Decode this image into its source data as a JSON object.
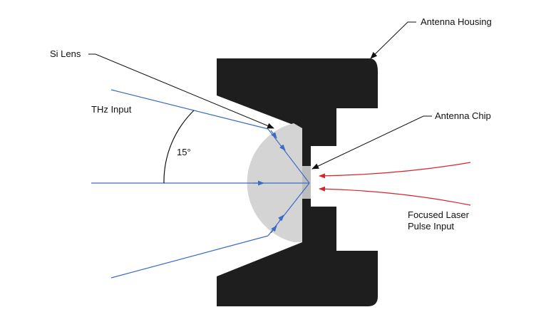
{
  "labels": {
    "antenna_housing": "Antenna Housing",
    "si_lens": "Si Lens",
    "thz_input": "THz Input",
    "antenna_chip": "Antenna Chip",
    "angle": "15°",
    "laser_line1": "Focused Laser",
    "laser_line2": "Pulse Input"
  },
  "colors": {
    "housing": "#1e1e1e",
    "lens": "#d4d4d4",
    "chip": "#bdbdbd",
    "thz_rays": "#3a6cc4",
    "laser_rays": "#d8232a",
    "leader_lines": "#111111"
  }
}
